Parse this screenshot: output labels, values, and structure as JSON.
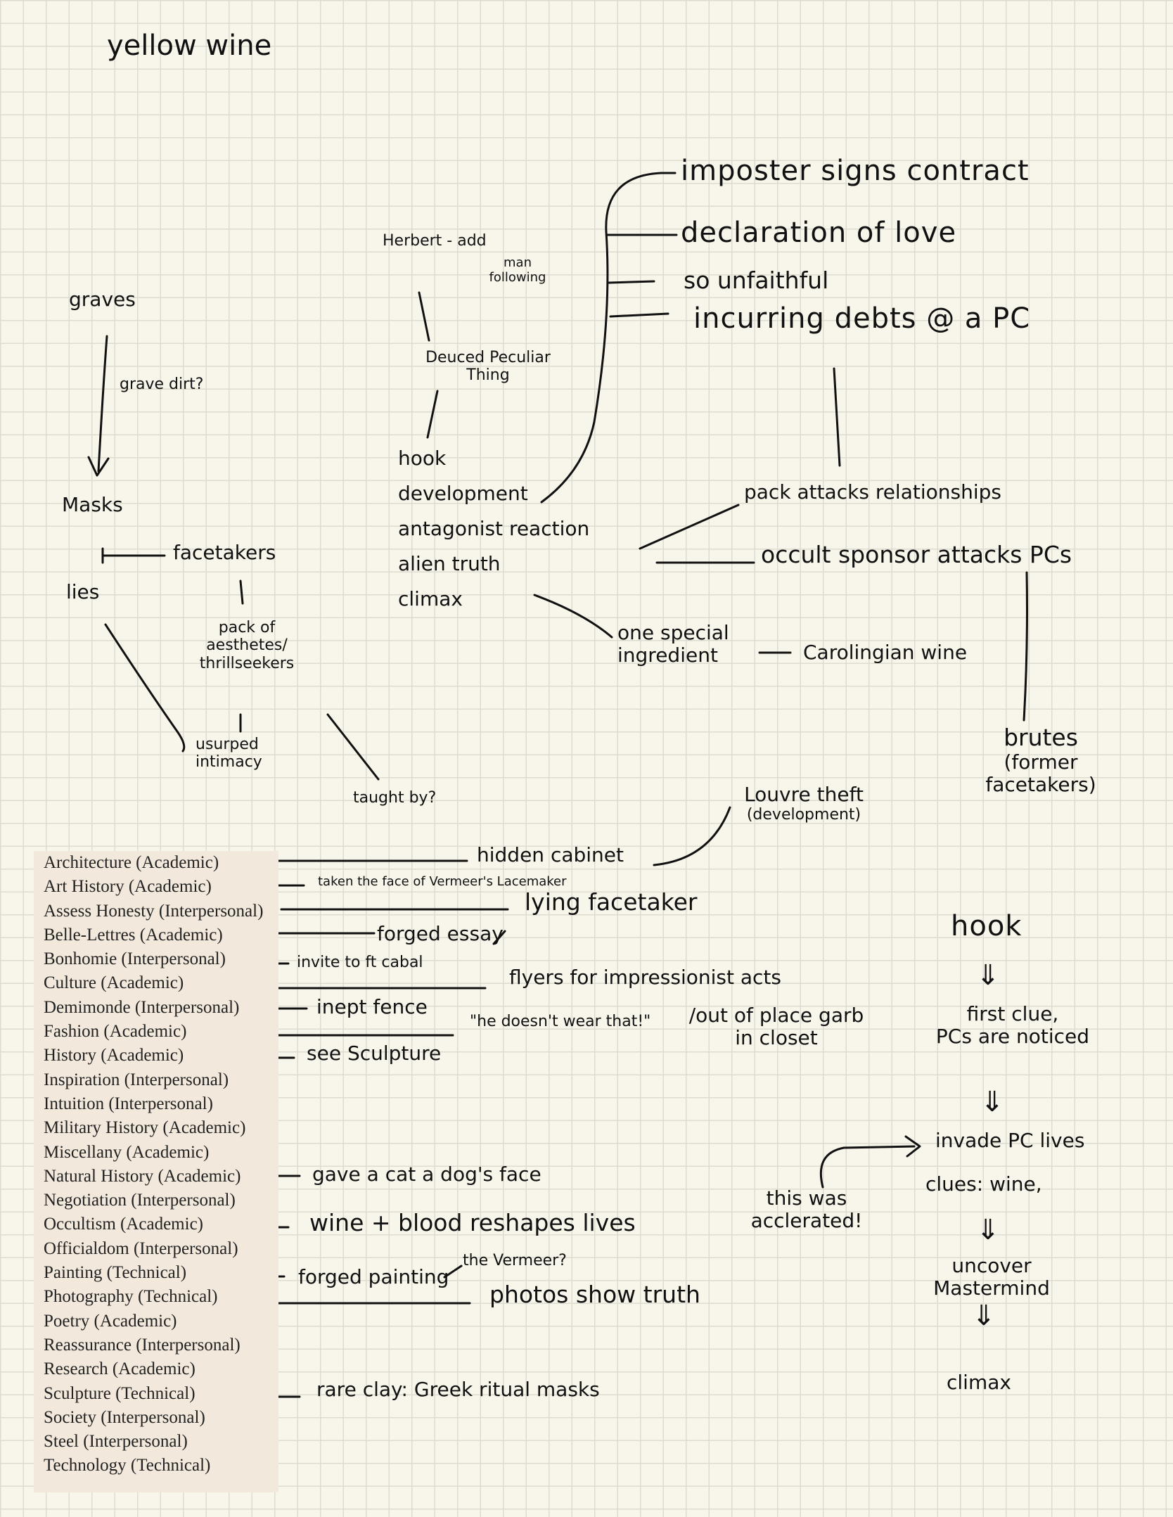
{
  "title": "yellow wine",
  "nodes": {
    "graves": "graves",
    "grave_dirt": "grave dirt?",
    "masks": "Masks",
    "facetakers": "facetakers",
    "lies": "lies",
    "pack_aesthetes": [
      "pack of",
      "aesthetes/",
      "thrillseekers"
    ],
    "usurped_intimacy": [
      "usurped",
      "intimacy"
    ],
    "taught_by": "taught by?",
    "herbert": "Herbert - add",
    "herbert_sub": [
      "man",
      "following"
    ],
    "deuced": [
      "Deuced Peculiar",
      "Thing"
    ],
    "structure": [
      "hook",
      "development",
      "antagonist reaction",
      "alien truth",
      "climax"
    ],
    "development_items": [
      "imposter signs contract",
      "declaration of love",
      "so unfaithful",
      "incurring debts @ a PC"
    ],
    "pack_attacks": "pack attacks relationships",
    "occult_sponsor": "occult sponsor attacks PCs",
    "one_special": [
      "one special",
      "ingredient"
    ],
    "carolingian": "Carolingian wine",
    "brutes": [
      "brutes",
      "(former",
      "facetakers)"
    ],
    "louvre": [
      "Louvre theft",
      "(development)"
    ]
  },
  "skills": [
    "Architecture (Academic)",
    "Art History (Academic)",
    "Assess Honesty (Interpersonal)",
    "Belle-Lettres (Academic)",
    "Bonhomie (Interpersonal)",
    "Culture (Academic)",
    "Demimonde (Interpersonal)",
    "Fashion (Academic)",
    "History (Academic)",
    "Inspiration (Interpersonal)",
    "Intuition (Interpersonal)",
    "Military History (Academic)",
    "Miscellany (Academic)",
    "Natural History (Academic)",
    "Negotiation (Interpersonal)",
    "Occultism (Academic)",
    "Officialdom (Interpersonal)",
    "Painting (Technical)",
    "Photography (Technical)",
    "Poetry (Academic)",
    "Reassurance (Interpersonal)",
    "Research (Academic)",
    "Sculpture (Technical)",
    "Society (Interpersonal)",
    "Steel (Interpersonal)",
    "Technology (Technical)"
  ],
  "skill_notes": {
    "hidden_cabinet": "hidden cabinet",
    "vermeer_face": "taken the face of Vermeer's Lacemaker",
    "lying_facetaker": "lying facetaker",
    "forged_essay": "forged essay",
    "invite": "invite to ft cabal",
    "flyers": "flyers for impressionist acts",
    "inept_fence": "inept fence",
    "doesnt_wear": "\"he doesn't wear that!\"",
    "out_of_place": [
      "/out of place garb",
      "in closet"
    ],
    "see_sculpture": "see Sculpture",
    "cat_dog": "gave a cat a dog's face",
    "wine_blood": "wine + blood reshapes lives",
    "forged_painting": "forged painting",
    "the_vermeer": "the Vermeer?",
    "photos": "photos show truth",
    "rare_clay": "rare clay: Greek ritual masks"
  },
  "flow": {
    "hook": "hook",
    "arrow": "⇓",
    "first_clue": [
      "first clue,",
      "PCs are noticed"
    ],
    "invade": "invade PC lives",
    "clues_wine": "clues: wine,",
    "accelerated": [
      "this was",
      "acclerated!"
    ],
    "uncover": [
      "uncover",
      "Mastermind"
    ],
    "climax": "climax"
  }
}
